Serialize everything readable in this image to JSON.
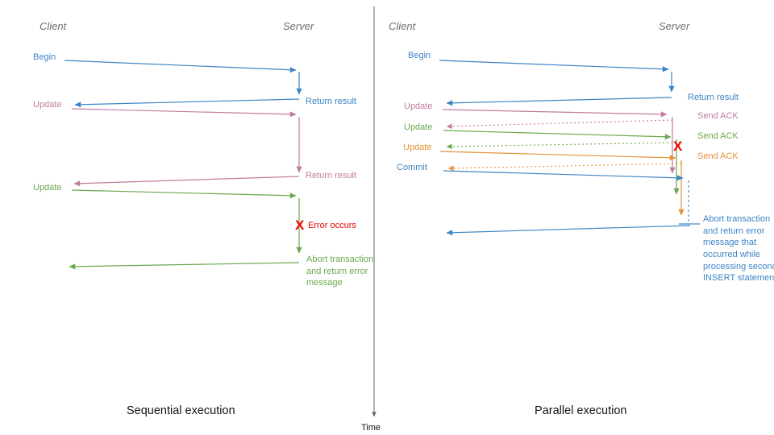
{
  "diagram": {
    "time_axis_label": "Time",
    "colors": {
      "blue": "#3d85c6",
      "pink": "#c27ba0",
      "green": "#6aa84f",
      "orange": "#e69138",
      "red": "#ee0000",
      "header_gray": "#6e6e6e",
      "axis_gray": "#666666"
    },
    "left": {
      "caption": "Sequential execution",
      "headers": {
        "client": "Client",
        "server": "Server"
      },
      "messages": {
        "begin": "Begin",
        "return_result_1": "Return result",
        "update_1": "Update",
        "return_result_2": "Return result",
        "update_2": "Update",
        "error_mark": "X",
        "error": "Error occurs",
        "abort": "Abort transaction and return error message"
      }
    },
    "right": {
      "caption": "Parallel execution",
      "headers": {
        "client": "Client",
        "server": "Server"
      },
      "messages": {
        "begin": "Begin",
        "return_result": "Return result",
        "update_1": "Update",
        "send_ack_1": "Send ACK",
        "update_2": "Update",
        "send_ack_2": "Send ACK",
        "update_3": "Update",
        "send_ack_3": "Send ACK",
        "commit": "Commit",
        "error_mark": "X",
        "abort": "Abort transaction and return error message that occurred while processing second INSERT statement"
      }
    }
  }
}
